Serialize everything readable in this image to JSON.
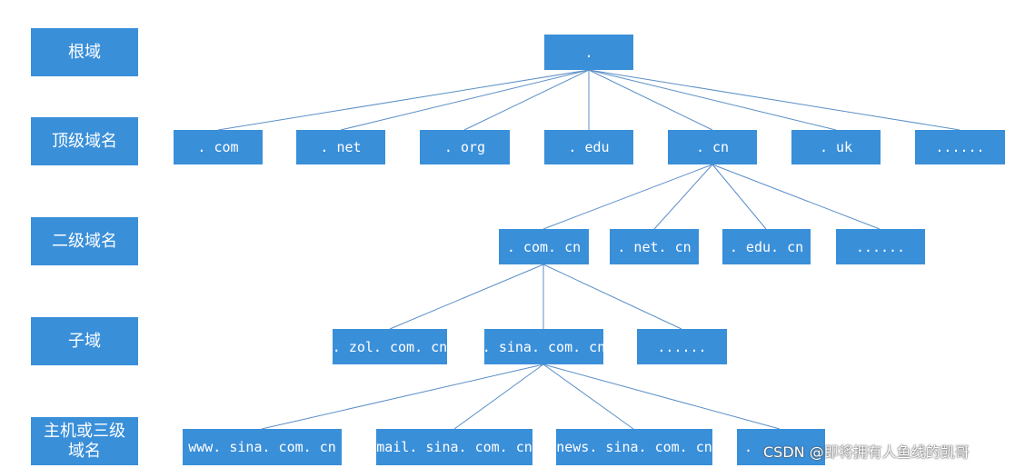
{
  "levels": {
    "root": "根域",
    "tld": "顶级域名",
    "second": "二级域名",
    "sub": "子域",
    "host": "主机或三级\n域名"
  },
  "nodes": {
    "root": ".",
    "com": ". com",
    "net": ". net",
    "org": ". org",
    "edu": ". edu",
    "cn": ". cn",
    "uk": ". uk",
    "tld_more": "......",
    "com_cn": ". com. cn",
    "net_cn": ". net. cn",
    "edu_cn": ". edu. cn",
    "second_more": "......",
    "zol": ". zol. com. cn",
    "sina": ". sina. com. cn",
    "sub_more": "......",
    "www": "www. sina. com. cn",
    "mail": "mail. sina. com. cn",
    "news": "news. sina. com. cn",
    "host_more": "."
  },
  "watermark": "CSDN @即将拥有人鱼线的凯哥"
}
